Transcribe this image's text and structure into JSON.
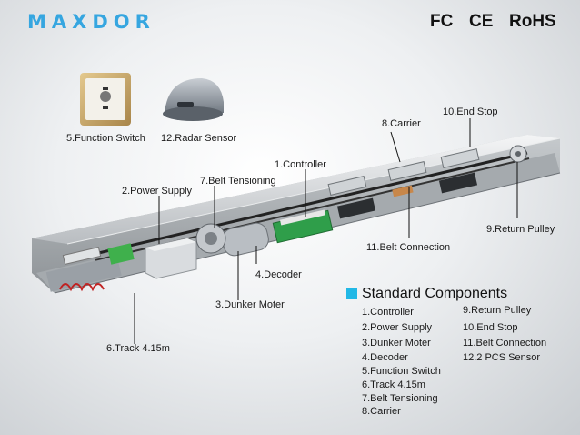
{
  "brand": {
    "logo_text": "MAXDOR",
    "accent": "#36a6e0"
  },
  "certifications": [
    "FC",
    "CE",
    "RoHS"
  ],
  "callouts": {
    "function_switch": "5.Function Switch",
    "radar_sensor": "12.Radar Sensor",
    "carrier": "8.Carrier",
    "end_stop": "10.End Stop",
    "controller": "1.Controller",
    "belt_tensioning": "7.Belt Tensioning",
    "power_supply": "2.Power Supply",
    "return_pulley": "9.Return Pulley",
    "belt_connection": "11.Belt Connection",
    "decoder": "4.Decoder",
    "dunker_moter": "3.Dunker Moter",
    "track": "6.Track 4.15m"
  },
  "legend": {
    "title": "Standard Components",
    "left": [
      "1.Controller",
      "2.Power Supply",
      "3.Dunker Moter",
      "4.Decoder",
      "5.Function Switch",
      "6.Track 4.15m",
      "7.Belt Tensioning",
      "8.Carrier"
    ],
    "right": [
      "9.Return Pulley",
      "10.End Stop",
      "11.Belt Connection",
      "12.2 PCS Sensor"
    ]
  }
}
